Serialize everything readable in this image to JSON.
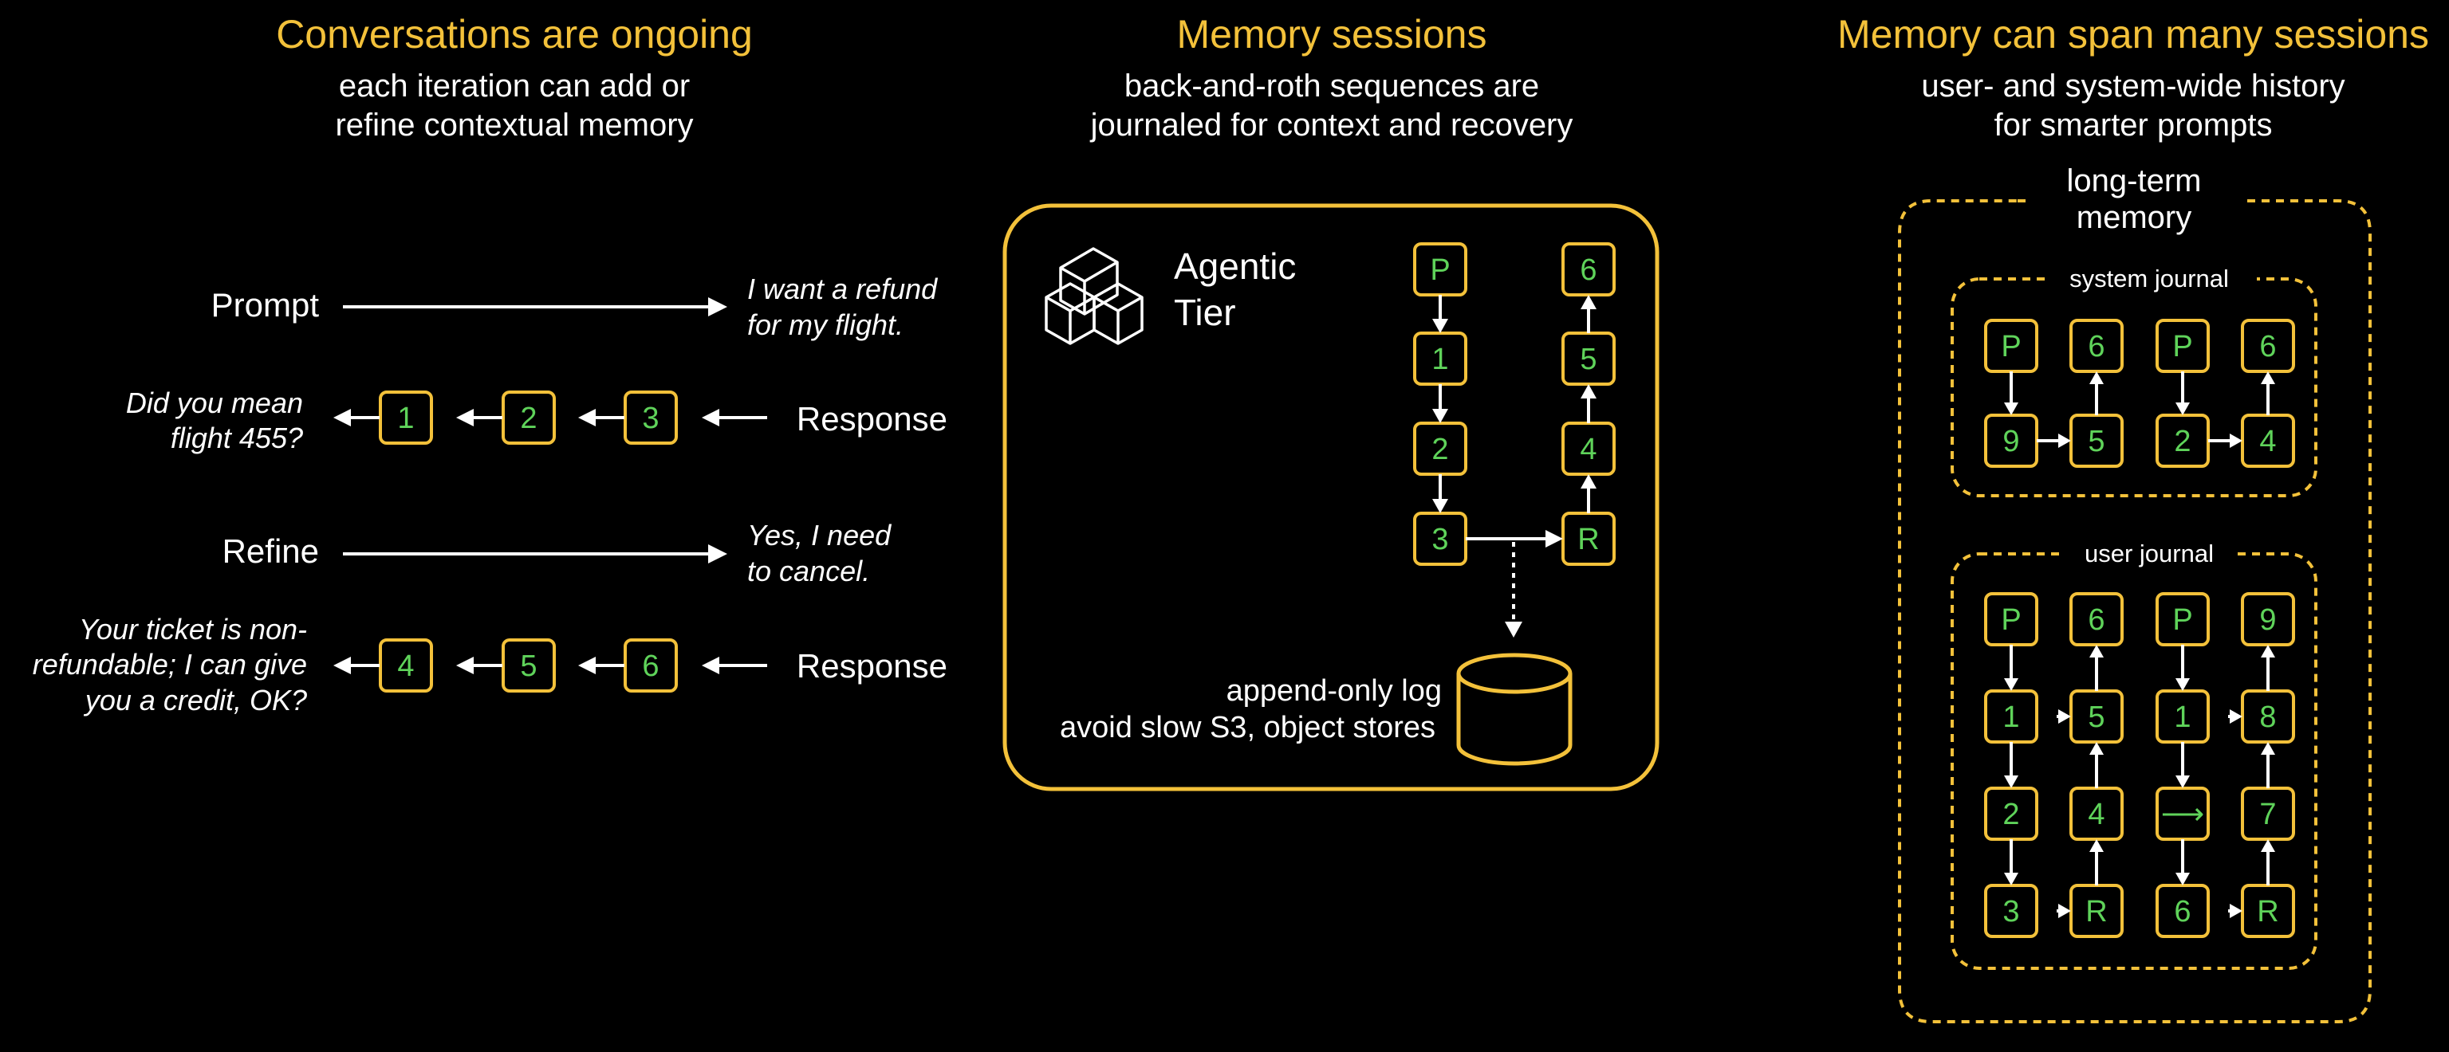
{
  "columns": [
    {
      "title": "Conversations are ongoing",
      "sub1": "each iteration can add or",
      "sub2": "refine contextual memory"
    },
    {
      "title": "Memory sessions",
      "sub1": "back-and-roth sequences are",
      "sub2": "journaled for context and recovery"
    },
    {
      "title": "Memory can span many sessions",
      "sub1": "user- and system-wide history",
      "sub2": "for smarter prompts"
    }
  ],
  "conversation": {
    "prompt_label": "Prompt",
    "prompt_text": [
      "I want a refund",
      "for my flight."
    ],
    "response_label": "Response",
    "response1_text": [
      "Did you mean",
      "flight 455?"
    ],
    "response1_nodes": [
      "1",
      "2",
      "3"
    ],
    "refine_label": "Refine",
    "refine_text": [
      "Yes, I need",
      "to cancel."
    ],
    "response2_text": [
      "Your ticket is non-",
      "refundable; I can give",
      "you a credit, OK?"
    ],
    "response2_nodes": [
      "4",
      "5",
      "6"
    ]
  },
  "agentic": {
    "tier_label": [
      "Agentic",
      "Tier"
    ],
    "left_column": [
      "P",
      "1",
      "2",
      "3"
    ],
    "right_column": [
      "6",
      "5",
      "4",
      "R"
    ],
    "log_text": [
      "append-only log",
      "avoid slow S3, object stores"
    ]
  },
  "long_term": {
    "label": [
      "long-term",
      "memory"
    ],
    "system_journal": {
      "title": "system journal",
      "top": [
        "P",
        "6",
        "P",
        "6"
      ],
      "bottom": [
        "9",
        "5",
        "2",
        "4"
      ]
    },
    "user_journal": {
      "title": "user journal",
      "rows": [
        [
          "P",
          "6",
          "P",
          "9"
        ],
        [
          "1",
          "5",
          "1",
          "8"
        ],
        [
          "2",
          "4",
          "⟶",
          "7"
        ],
        [
          "3",
          "R",
          "6",
          "R"
        ]
      ]
    }
  },
  "colors": {
    "accent": "#f3c13a",
    "node_text": "#5fd35a",
    "text": "#ffffff",
    "background": "#000000"
  },
  "icons": [
    "cubes-icon",
    "database-icon"
  ]
}
